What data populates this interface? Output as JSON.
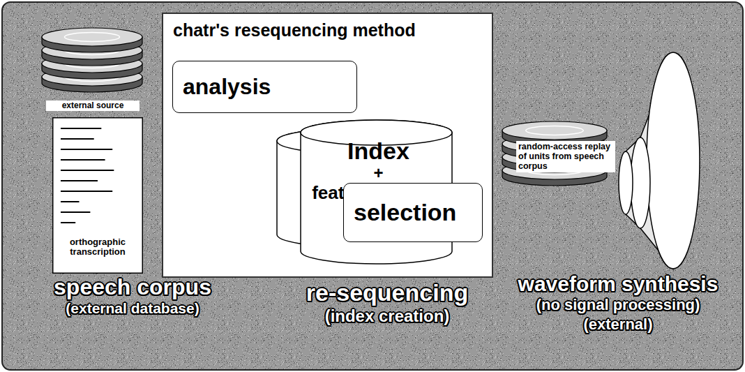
{
  "diagram": {
    "nodes": [
      {
        "text": [
          "external source"
        ]
      },
      {
        "text": [
          "orthographic transcription"
        ]
      },
      {
        "text": [
          "chatr's resequencing method"
        ]
      },
      {
        "text": [
          "analysis"
        ],
        "in": 2
      },
      {
        "text": [
          "Index",
          "+",
          "feature weights"
        ],
        "in": 2
      },
      {
        "text": [
          "selection"
        ],
        "in": 2
      },
      {
        "text": [
          "random-access replay of units from speech corpus"
        ]
      }
    ],
    "labels": [
      "speech corpus",
      "(external database)",
      "re-sequencing",
      "(index creation)",
      "waveform synthesis",
      "(no signal processing)",
      "(external)"
    ]
  }
}
